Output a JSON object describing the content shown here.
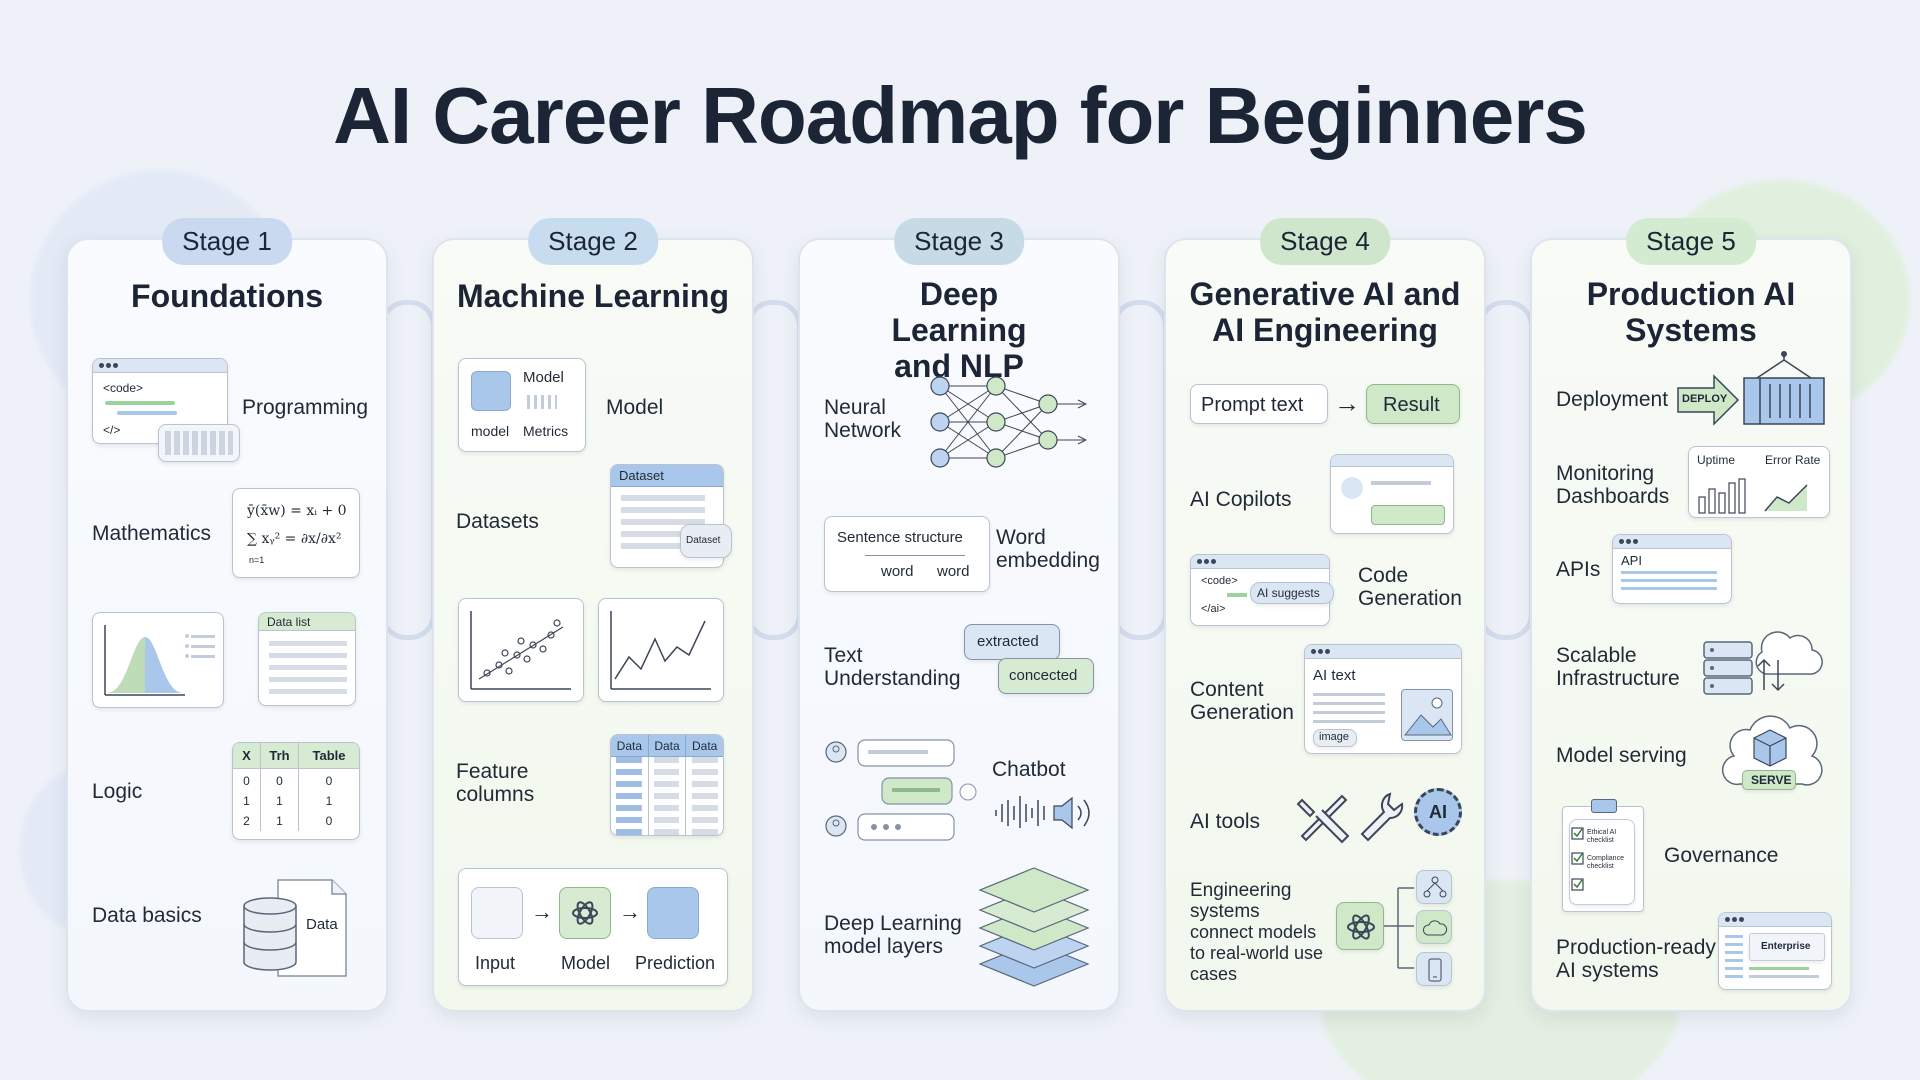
{
  "title": "AI Career Roadmap for Beginners",
  "colors": {
    "stage1_pill": "#c9d9ef",
    "stage2_pill": "#c8dcef",
    "stage3_pill": "#c7dbe6",
    "stage4_pill": "#cfe5cc",
    "stage5_pill": "#d3ebd0",
    "accent_blue": "#a9c7ea",
    "accent_green": "#cfe8c8"
  },
  "stages": [
    {
      "pill": "Stage 1",
      "title": "Foundations",
      "items": {
        "programming": "Programming",
        "mathematics": "Mathematics",
        "logic": "Logic",
        "data_basics": "Data basics"
      },
      "art": {
        "code_tag": "<code>",
        "close_tag": "</>",
        "math_line1": "ȳ(x̄w) = xᵢ + 0",
        "math_line2": "∑ xᵧ² = ∂x/∂x²",
        "math_sub": "n=1",
        "data_list": "Data list",
        "table_headers": [
          "X",
          "Trh",
          "Table"
        ],
        "table_rows": [
          [
            "0",
            "0",
            "0"
          ],
          [
            "1",
            "1",
            "1"
          ],
          [
            "2",
            "1",
            "0"
          ]
        ],
        "data_label": "Data"
      }
    },
    {
      "pill": "Stage 2",
      "title": "Machine Learning",
      "items": {
        "model": "Model",
        "datasets": "Datasets",
        "feature_columns": "Feature columns"
      },
      "art": {
        "model_card_title": "Model",
        "model_card_left": "model",
        "model_card_right": "Metrics",
        "dataset_header": "Dataset",
        "dataset_badge": "Dataset",
        "feature_headers": [
          "Data",
          "Data",
          "Data"
        ],
        "flow": [
          "Input",
          "Model",
          "Prediction"
        ]
      }
    },
    {
      "pill": "Stage 3",
      "title": "Deep Learning and NLP",
      "items": {
        "neural_network": "Neural Network",
        "word_embedding": "Word embedding",
        "text_understanding": "Text Understanding",
        "chatbot": "Chatbot",
        "dl_layers": "Deep Learning model layers"
      },
      "art": {
        "sentence_structure": "Sentence structure",
        "word1": "word",
        "word2": "word",
        "bubble1": "extracted",
        "bubble2": "concected"
      }
    },
    {
      "pill": "Stage 4",
      "title": "Generative AI and AI Engineering",
      "items": {
        "ai_copilots": "AI Copilots",
        "code_generation": "Code Generation",
        "content_generation": "Content Generation",
        "ai_tools": "AI tools",
        "engineering_title": "Engineering systems",
        "engineering_desc": "connect models to real-world use cases"
      },
      "art": {
        "prompt": "Prompt text",
        "result": "Result",
        "code_tag": "<code>",
        "close_tag": "</ai>",
        "ai_suggests": "AI suggests",
        "ai_text": "AI text",
        "image_tag": "image",
        "ai_badge": "AI"
      }
    },
    {
      "pill": "Stage 5",
      "title": "Production AI Systems",
      "items": {
        "deployment": "Deployment",
        "monitoring": "Monitoring Dashboards",
        "apis": "APIs",
        "scalable": "Scalable Infrastructure",
        "model_serving": "Model serving",
        "governance": "Governance",
        "production_ready": "Production-ready AI systems"
      },
      "art": {
        "deploy_arrow": "DEPLOY",
        "uptime": "Uptime",
        "error_rate": "Error Rate",
        "api_label": "API",
        "serve": "SERVE",
        "checklist1": "Ethical AI checklist",
        "checklist2": "Compliance checklist",
        "enterprise": "Enterprise"
      }
    }
  ]
}
